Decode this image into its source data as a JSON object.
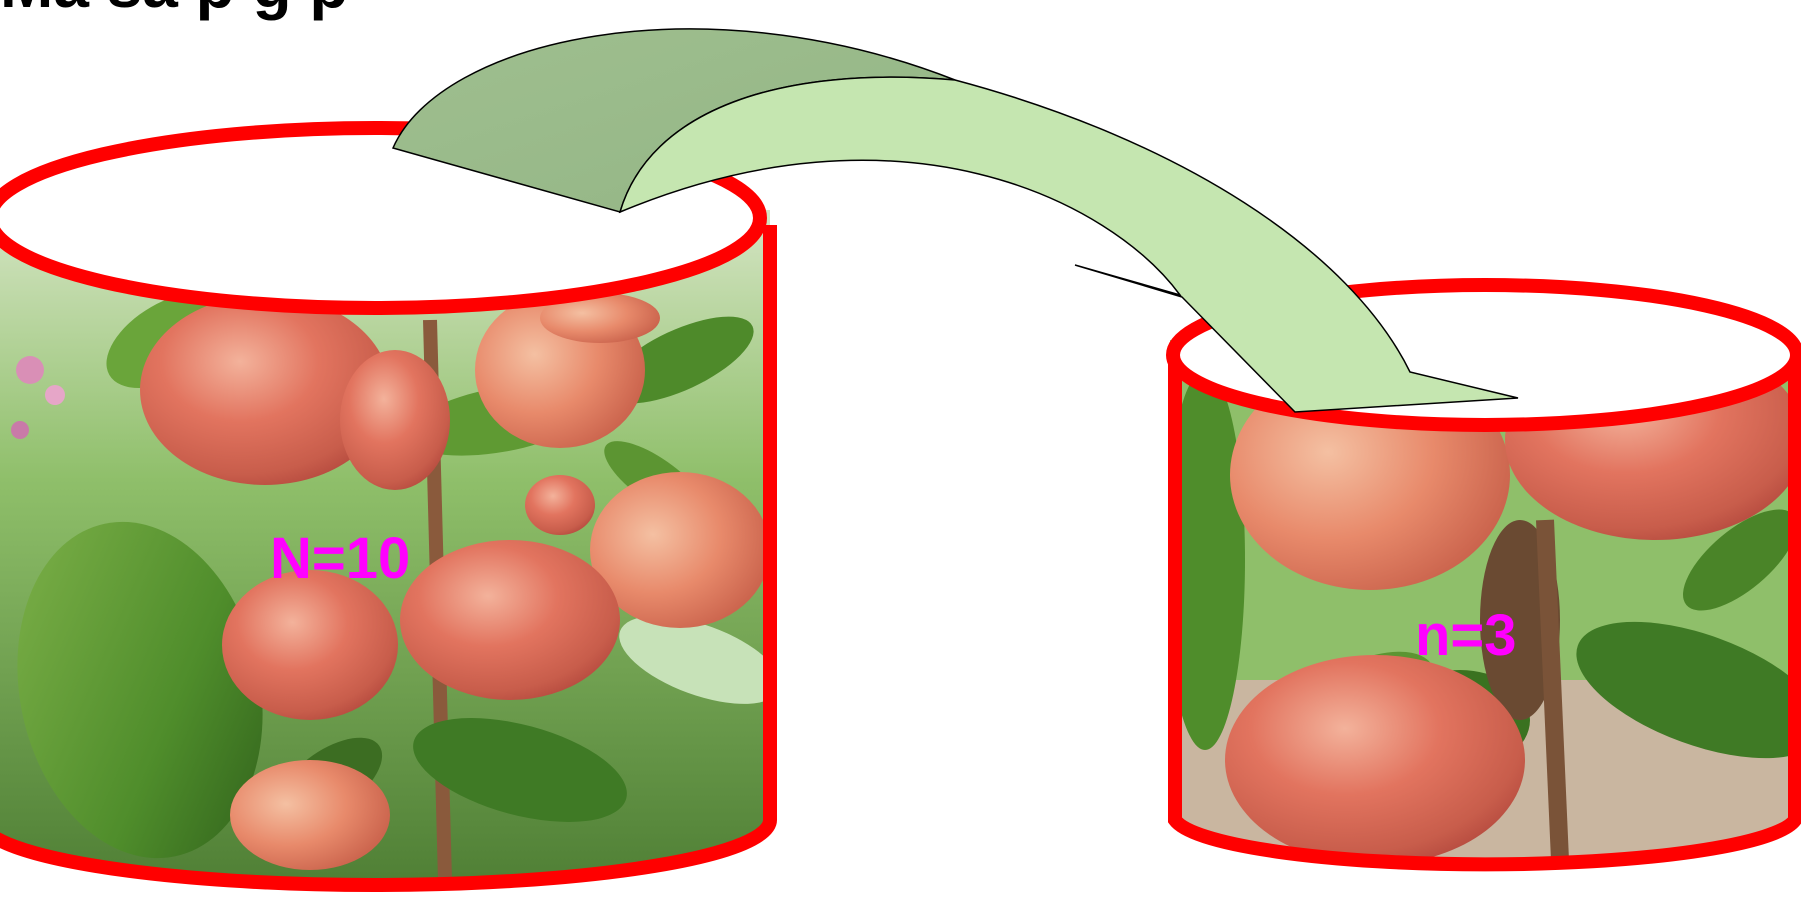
{
  "diagram": {
    "top_text_partial": "Ma  sa p g p     ",
    "population": {
      "label": "N=10"
    },
    "sample": {
      "label": "n=3"
    },
    "colors": {
      "cylinder_outline": "#ff0000",
      "label": "#ff00ff",
      "arrow_dark": "#9fbf8f",
      "arrow_light": "#c5e6b0",
      "arrow_stroke": "#000000"
    },
    "images": {
      "population_fill": "peach branch photo with many ripe peaches and green leaves",
      "sample_fill": "close-up peach photo with three peaches and leaves"
    }
  }
}
